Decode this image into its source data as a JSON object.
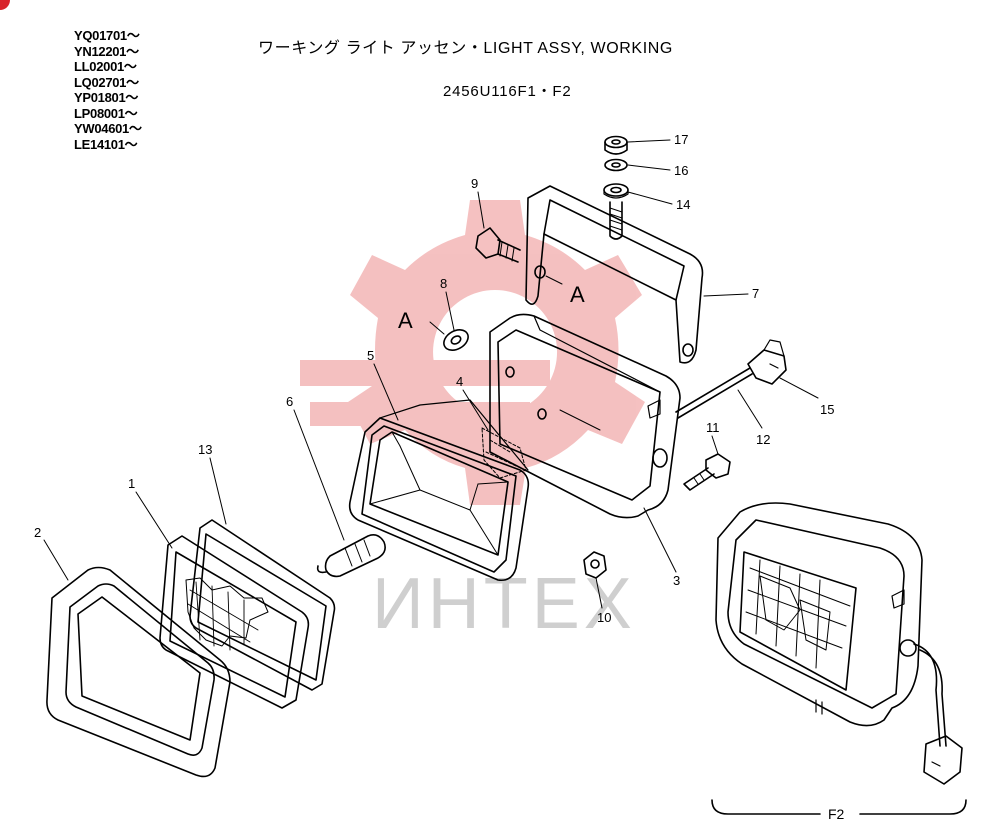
{
  "serial_numbers": [
    "YQ01701～",
    "YN12201～",
    "LL02001～",
    "LQ02701～",
    "YP01801～",
    "LP08001～",
    "YW04601～",
    "LE14101～"
  ],
  "title": "ワーキング ライト アッセン・LIGHT ASSY, WORKING",
  "part_code": "2456U116F1・F2",
  "callouts": {
    "c1": "1",
    "c2": "2",
    "c3": "3",
    "c4": "4",
    "c5": "5",
    "c6": "6",
    "c7": "7",
    "c8": "8",
    "c9": "9",
    "c10": "10",
    "c11": "11",
    "c12": "12",
    "c13": "13",
    "c14": "14",
    "c15": "15",
    "c16": "16",
    "c17": "17"
  },
  "ref_A_left": "A",
  "ref_A_right": "A",
  "variant_label": "F2",
  "watermark_text": "ИНТЕХ",
  "colors": {
    "line": "#000000",
    "watermark_red": "#f3b6b6",
    "watermark_gray": "#cfcfcf",
    "corner": "#d8232a"
  }
}
